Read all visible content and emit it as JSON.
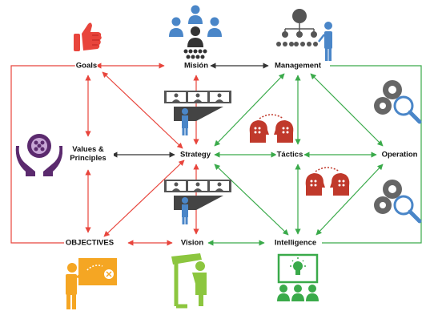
{
  "nodes": {
    "goals": "Goals",
    "mision": "Misión",
    "management": "Management",
    "values_line1": "Values &",
    "values_line2": "Principles",
    "strategy": "Strategy",
    "tactics": "Táctics",
    "operation": "Operation",
    "objectives": "OBJECTIVES",
    "vision": "Vision",
    "intelligence": "Intelligence"
  },
  "colors": {
    "red": "#e8453c",
    "green": "#3aaa4a",
    "dark": "#333333",
    "blue": "#4a86c8",
    "orange": "#f5a623",
    "lime": "#8cc63f",
    "purple": "#5b2a6e",
    "darkred": "#c0392b"
  },
  "icons": [
    "thumbs-up-icon",
    "team-meeting-icon",
    "org-chart-presenter-icon",
    "hands-gear-icon",
    "presentation-board-icon",
    "gear-magnifier-icon",
    "two-heads-thinking-icon",
    "teacher-whiteboard-icon",
    "telescope-person-icon",
    "idea-group-icon"
  ]
}
